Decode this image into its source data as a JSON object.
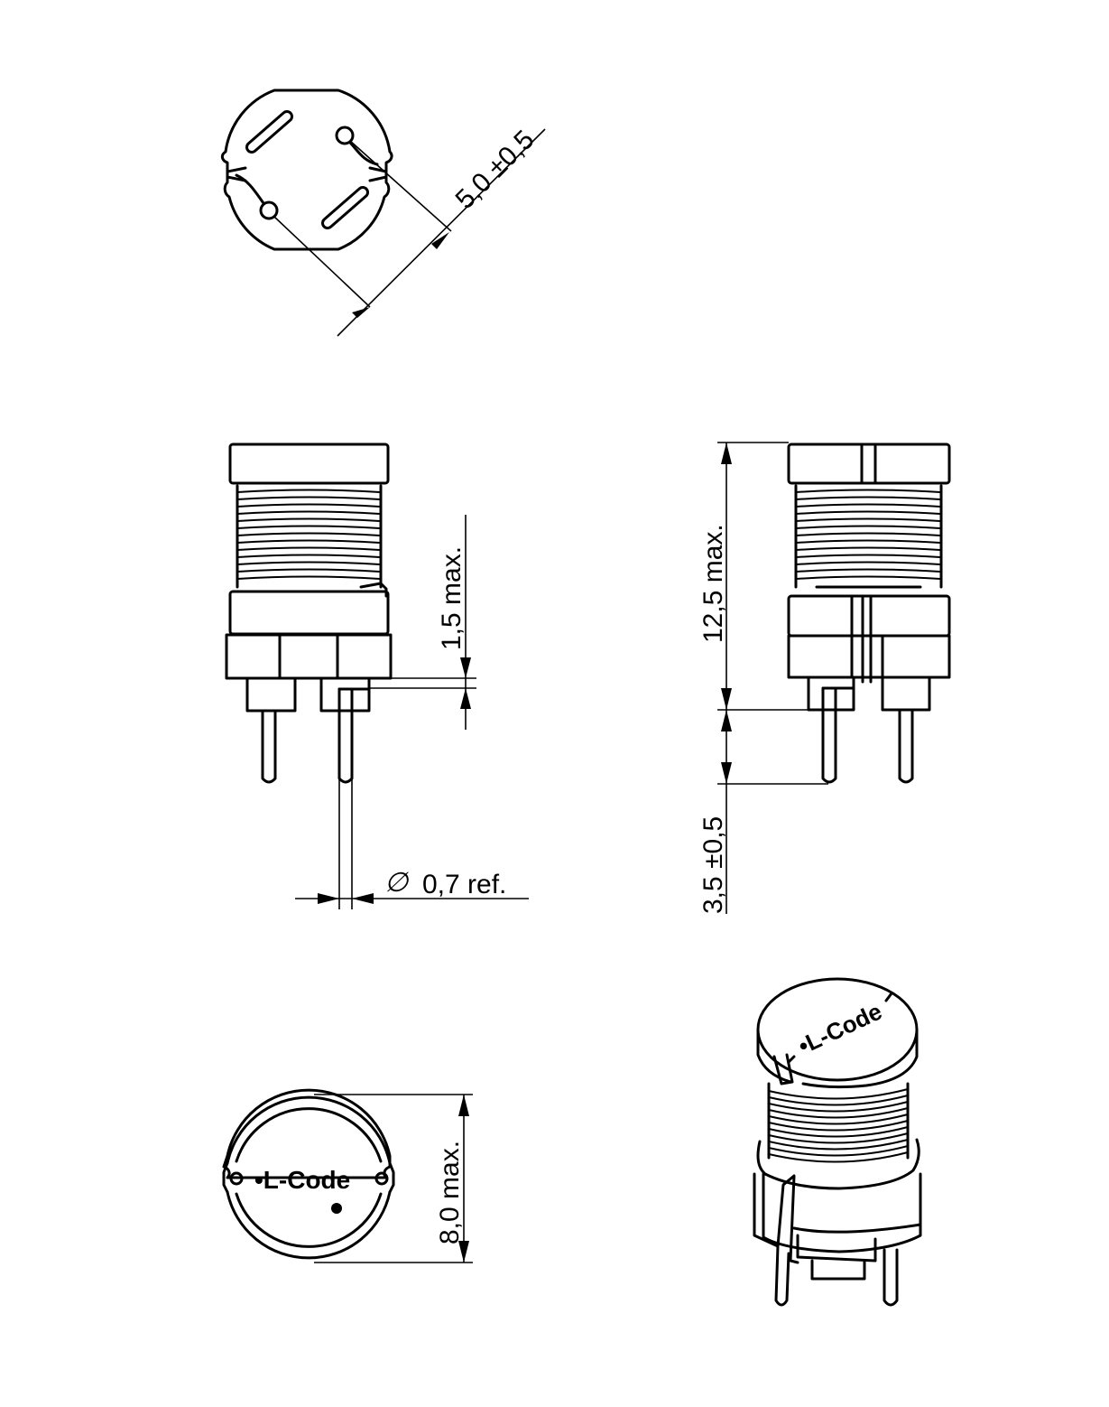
{
  "dimensions": {
    "pin_spacing": "5,0 ±0,5",
    "standoff": "1,5 max.",
    "lead_diameter_symbol": "∅",
    "lead_diameter": "0,7  ref.",
    "height": "12,5  max.",
    "lead_length": "3,5 ±0,5",
    "diameter": "8,0  max."
  },
  "marking": {
    "bottom_view": "•L-Code",
    "iso_view": "•L-Code"
  },
  "colors": {
    "line": "#000000",
    "background": "#ffffff"
  }
}
